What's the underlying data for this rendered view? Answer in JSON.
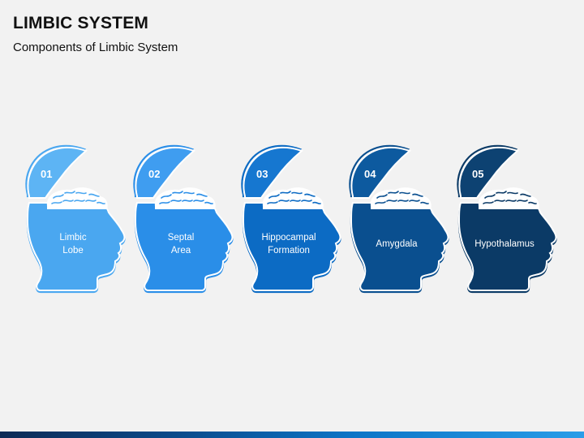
{
  "title": "LIMBIC SYSTEM",
  "subtitle": "Components of Limbic System",
  "items": [
    {
      "num": "01",
      "label": "Limbic\nLobe",
      "color": "#4aa7f0",
      "lid": "#5db4f4"
    },
    {
      "num": "02",
      "label": "Septal\nArea",
      "color": "#2a8ee8",
      "lid": "#3f9df0"
    },
    {
      "num": "03",
      "label": "Hippocampal\nFormation",
      "color": "#0c6bc4",
      "lid": "#1677d0"
    },
    {
      "num": "04",
      "label": "Amygdala",
      "color": "#0a4f8f",
      "lid": "#0d5a9f"
    },
    {
      "num": "05",
      "label": "Hypothalamus",
      "color": "#0b3a66",
      "lid": "#0d4272"
    }
  ]
}
